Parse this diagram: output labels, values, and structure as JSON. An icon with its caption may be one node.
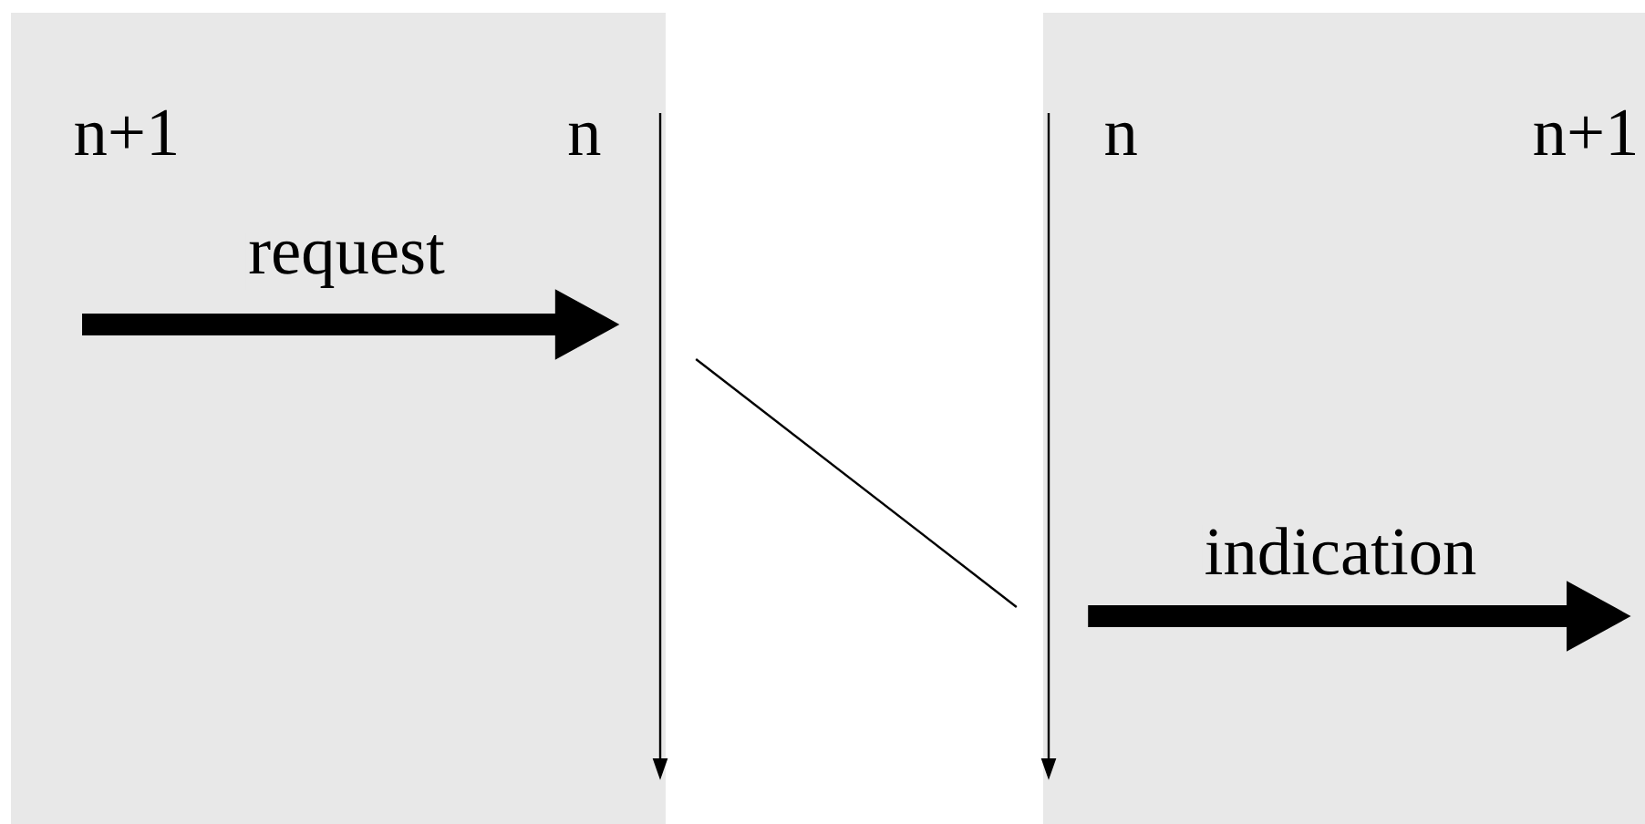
{
  "diagram": {
    "nodes": [
      {
        "text": [
          "n+1",
          "n"
        ]
      },
      {
        "text": [
          "n",
          "n+1"
        ]
      },
      {
        "text": [],
        "shape": "line",
        "in": 0
      },
      {
        "text": [],
        "shape": "line",
        "in": 1
      }
    ],
    "edges": [
      {
        "from": null,
        "to": 2,
        "arrow": "to",
        "label": "request"
      },
      {
        "from": 2,
        "to": 3,
        "arrow": "none"
      },
      {
        "from": 3,
        "to": null,
        "arrow": "to",
        "label": "indication"
      }
    ]
  }
}
